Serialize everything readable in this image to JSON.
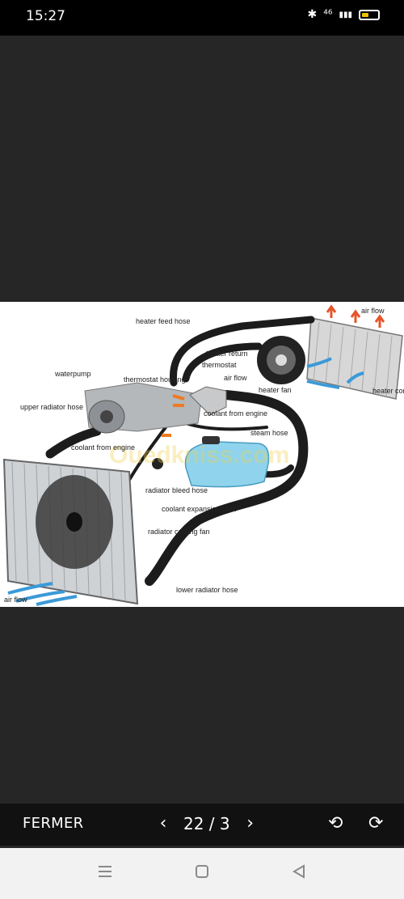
{
  "status": {
    "time": "15:27",
    "net": "⁴⁶",
    "signal": "▮▮▮"
  },
  "viewer": {
    "close_label": "FERMER",
    "counter": "22 / 3",
    "prev": "‹",
    "next": "›",
    "rotate_left": "⟲",
    "rotate_right": "⟳"
  },
  "image": {
    "watermark": "Ouedkniss.com",
    "labels": {
      "heater_feed_hose": "heater feed hose",
      "air_flow_top": "air flow",
      "heater_return": "heater return",
      "thermostat": "thermostat",
      "waterpump": "waterpump",
      "thermostat_housing": "thermostat housing",
      "air_flow_mid": "air flow",
      "heater_fan": "heater fan",
      "heater_core": "heater core",
      "upper_radiator_hose": "upper radiator hose",
      "coolant_from_engine_r": "coolant from engine",
      "steam_hose": "steam hose",
      "coolant_from_engine_l": "coolant from engine",
      "radiator_bleed_hose": "radiator bleed hose",
      "coolant_expansion_tank": "coolant expansion tank",
      "radiator_cooling_fan": "radiator cooling fan",
      "lower_radiator_hose": "lower radiator hose",
      "air_flow_bottom": "air flow"
    }
  }
}
